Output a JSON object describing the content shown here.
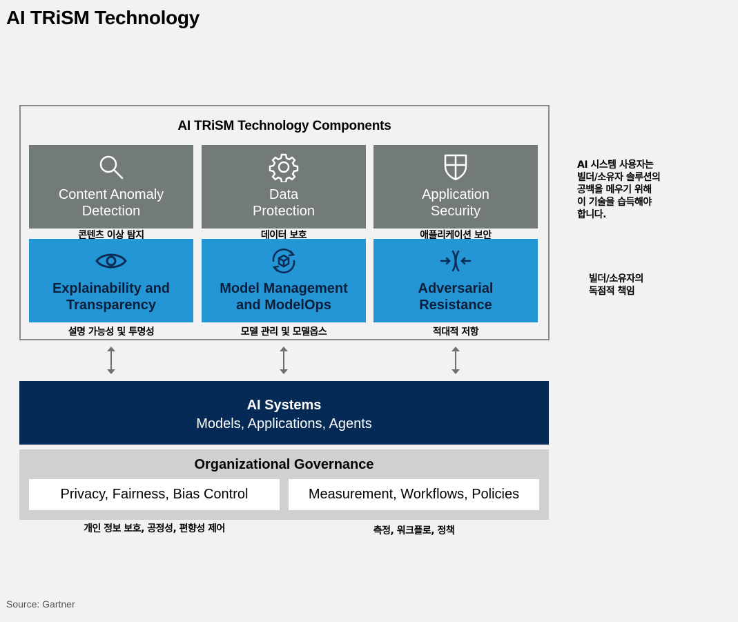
{
  "title": "AI TRiSM Technology",
  "components": {
    "heading": "AI TRiSM Technology Components",
    "top_row": [
      {
        "label_l1": "Content Anomaly",
        "label_l2": "Detection",
        "caption": "콘텐츠 이상 탐지",
        "icon": "magnifier-icon"
      },
      {
        "label_l1": "Data",
        "label_l2": "Protection",
        "caption": "데이터 보호",
        "icon": "gear-icon"
      },
      {
        "label_l1": "Application",
        "label_l2": "Security",
        "caption": "애플리케이션 보안",
        "icon": "shield-icon"
      }
    ],
    "bottom_row": [
      {
        "label_l1": "Explainability and",
        "label_l2": "Transparency",
        "caption": "설명 가능성 및 투명성",
        "icon": "eye-icon"
      },
      {
        "label_l1": "Model Management",
        "label_l2": "and ModelOps",
        "caption": "모델 관리 및 모델옵스",
        "icon": "cube-cycle-icon"
      },
      {
        "label_l1": "Adversarial",
        "label_l2": "Resistance",
        "caption": "적대적 저항",
        "icon": "converge-arrows-icon"
      }
    ],
    "colors": {
      "gray": "#737a7a",
      "blue": "#2496d6"
    }
  },
  "notes": {
    "top": [
      "AI 시스템 사용자는",
      "빌더/소유자 솔루션의",
      "공백을 메우기 위해",
      "이 기술을 습득해야",
      "합니다."
    ],
    "bottom": [
      "빌더/소유자의",
      "독점적 책임"
    ]
  },
  "ai_systems": {
    "line1": "AI Systems",
    "line2": "Models, Applications, Agents",
    "color": "#042a55"
  },
  "governance": {
    "heading": "Organizational Governance",
    "left_box": "Privacy, Fairness, Bias Control",
    "right_box": "Measurement, Workflows, Policies",
    "left_caption": "개인 정보 보호, 공정성, 편향성 제어",
    "right_caption": "측정, 워크플로, 정책"
  },
  "source": "Source: Gartner"
}
